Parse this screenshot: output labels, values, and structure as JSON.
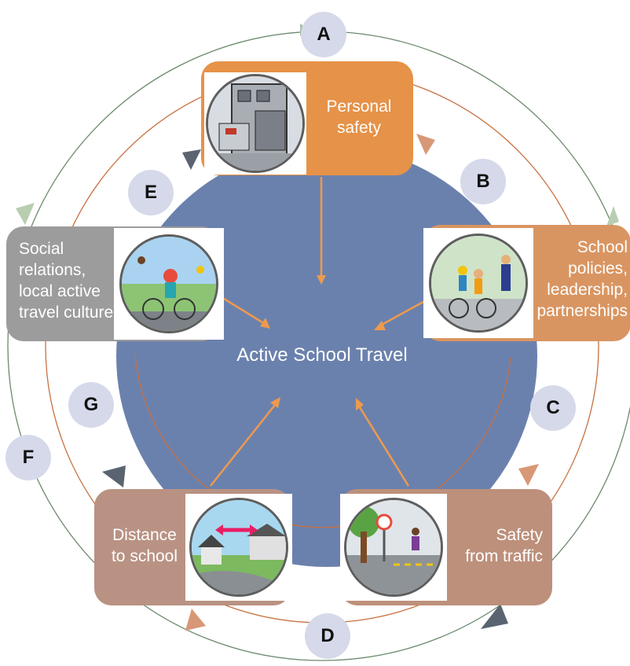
{
  "center": {
    "label": "Active School Travel"
  },
  "factors": {
    "personal_safety": "Personal safety",
    "school_policies": "School policies, leadership, partnerships",
    "social_relations": "Social relations, local active travel culture",
    "distance_to_school": "Distance to school",
    "safety_from_traffic": "Safety from traffic"
  },
  "lines": {
    "personal_safety": [
      "Personal",
      "safety"
    ],
    "school_policies": [
      "School",
      "policies,",
      "leadership,",
      "partnerships"
    ],
    "social_relations": [
      "Social",
      "relations,",
      "local active",
      "travel culture"
    ],
    "distance_to_school": [
      "Distance",
      "to school"
    ],
    "safety_from_traffic": [
      "Safety",
      "from traffic"
    ]
  },
  "links": {
    "A": "A",
    "B": "B",
    "C": "C",
    "D": "D",
    "E": "E",
    "F": "F",
    "G": "G"
  },
  "colors": {
    "center": "#6b81ad",
    "personal": "#e69248",
    "policies": "#d99561",
    "social": "#9c9c9c",
    "distance": "#b99283",
    "traffic": "#bd907b",
    "outer_ring": "#5f7a5f",
    "inner_ring": "#c8703f",
    "arrow": "#ee9a4d",
    "badge": "#d5d9e9"
  }
}
